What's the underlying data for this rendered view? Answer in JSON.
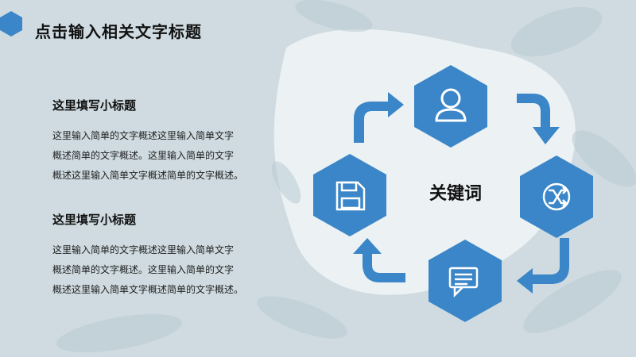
{
  "slide": {
    "title": "点击输入相关文字标题",
    "sections": [
      {
        "subtitle": "这里填写小标题",
        "lines": [
          "这里输入简单的文字概述这里输入简单文字",
          "概述简单的文字概述。这里输入简单的文字",
          "概述这里输入简单文字概述简单的文字概述。"
        ]
      },
      {
        "subtitle": "这里填写小标题",
        "lines": [
          "这里输入简单的文字概述这里输入简单文字",
          "概述简单的文字概述。这里输入简单的文字",
          "概述这里输入简单文字概述简单的文字概述。"
        ]
      }
    ],
    "center_keyword": "关键词"
  },
  "colors": {
    "accent": "#3a86c8",
    "background": "#cfdbe0",
    "text": "#111111"
  },
  "icons": [
    "user-icon",
    "shuffle-icon",
    "chat-icon",
    "save-disk-icon"
  ]
}
